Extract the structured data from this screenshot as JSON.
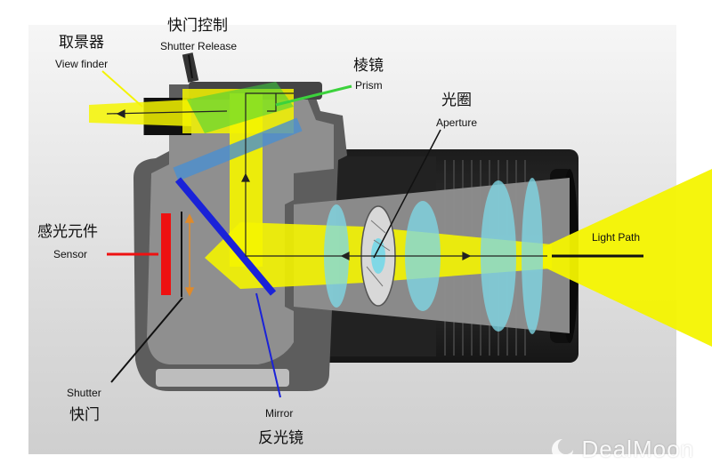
{
  "labels": {
    "viewfinder": {
      "zh": "取景器",
      "en": "View finder"
    },
    "shutter_release": {
      "zh": "快门控制",
      "en": "Shutter Release"
    },
    "prism": {
      "zh": "棱镜",
      "en": "Prism"
    },
    "aperture": {
      "zh": "光圈",
      "en": "Aperture"
    },
    "sensor": {
      "zh": "感光元件",
      "en": "Sensor"
    },
    "light_path": {
      "en": "Light Path"
    },
    "shutter": {
      "en": "Shutter",
      "zh": "快门"
    },
    "mirror": {
      "en": "Mirror",
      "zh": "反光镜"
    }
  },
  "watermark": {
    "text": "DealMoon",
    "icon": "dealmoon-logo-icon"
  },
  "colors": {
    "light_beam": "#f4f400",
    "mirror": "#1a22d8",
    "sensor": "#ee1111",
    "shutter_marker": "#e08a2a",
    "prism_green": "#3cd23c",
    "lens_element": "#7fd8e6",
    "body_gray": "#8a8a8a"
  }
}
